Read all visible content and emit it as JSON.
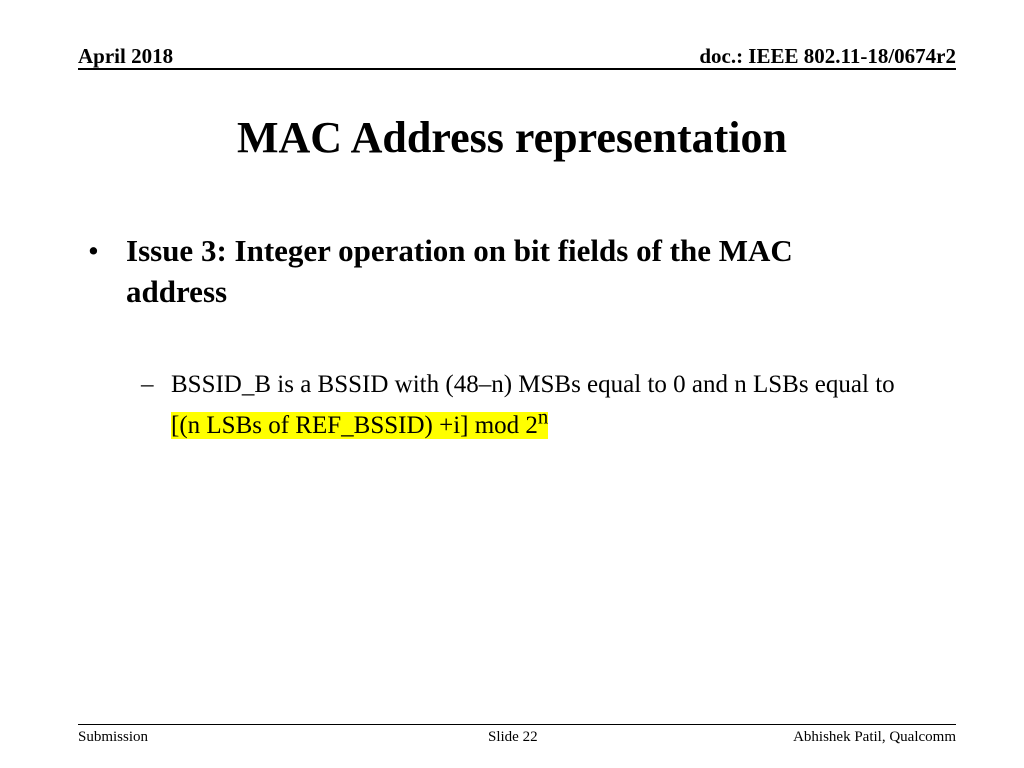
{
  "header": {
    "date": "April 2018",
    "doc": "doc.: IEEE 802.11-18/0674r2"
  },
  "title": "MAC Address representation",
  "bullet1": {
    "marker": "•",
    "text": "Issue 3: Integer operation on bit fields of the MAC address"
  },
  "bullet2": {
    "marker": "–",
    "text_before": "BSSID_B is a BSSID with (48–n) MSBs equal to 0 and n LSBs equal to ",
    "highlight_main": "[(n LSBs of REF_BSSID) +i] mod 2",
    "highlight_sup": "n",
    "highlight_color": "#ffff00"
  },
  "footer": {
    "left": "Submission",
    "center": "Slide 22",
    "right": "Abhishek Patil, Qualcomm"
  }
}
